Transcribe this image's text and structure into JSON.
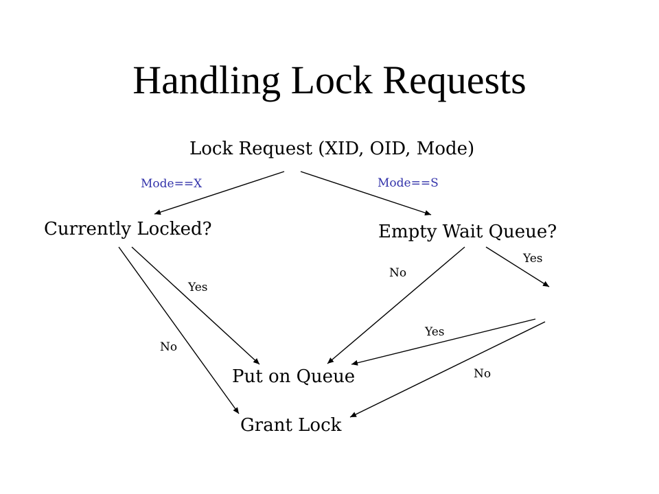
{
  "title": "Handling Lock Requests",
  "nodes": {
    "lock_request": "Lock Request (XID, OID, Mode)",
    "currently_locked": "Currently Locked?",
    "empty_wait_queue": "Empty Wait Queue?",
    "put_on_queue": "Put on Queue",
    "grant_lock": "Grant Lock"
  },
  "edge_labels": {
    "mode_x": "Mode==X",
    "mode_s": "Mode==S",
    "locked_yes": "Yes",
    "locked_no": "No",
    "empty_no": "No",
    "empty_yes": "Yes",
    "conflict_yes": "Yes",
    "conflict_no": "No"
  },
  "colors": {
    "mode_label": "#3333aa",
    "text": "#000000",
    "background": "#ffffff"
  }
}
